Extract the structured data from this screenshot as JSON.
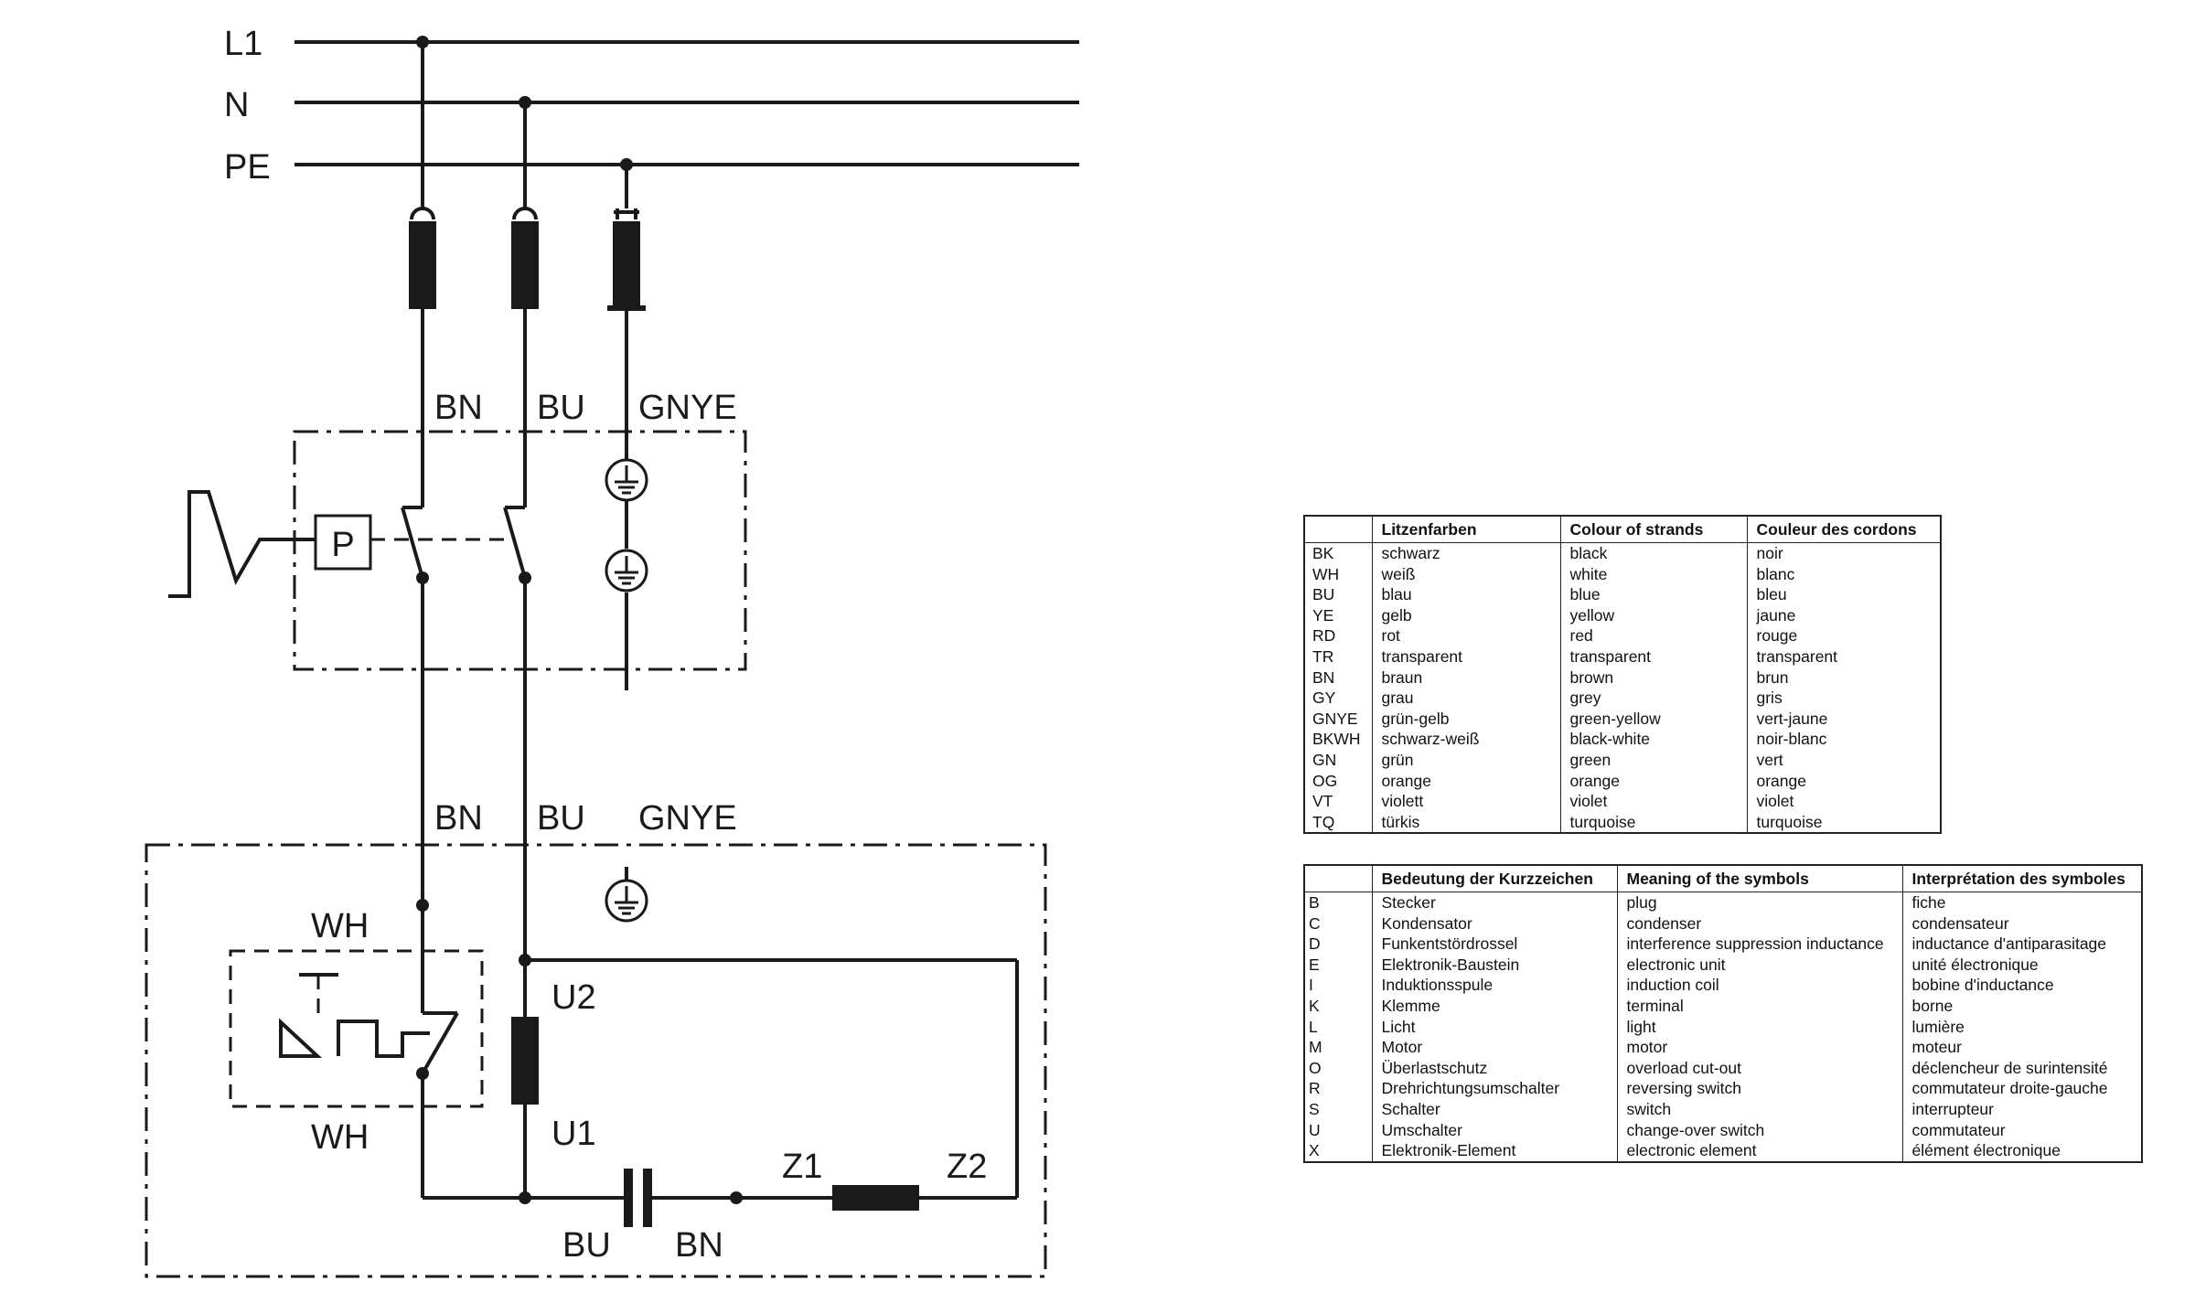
{
  "diagram": {
    "supply_labels": {
      "l1": "L1",
      "n": "N",
      "pe": "PE"
    },
    "upper_wire_labels": {
      "bn": "BN",
      "bu": "BU",
      "gnye": "GNYE"
    },
    "switch_label": "P",
    "lower_wire_labels": {
      "bn": "BN",
      "bu": "BU",
      "gnye": "GNYE"
    },
    "thermal_labels": {
      "top": "WH",
      "bottom": "WH"
    },
    "winding_labels": {
      "u2": "U2",
      "u1": "U1",
      "z1": "Z1",
      "z2": "Z2"
    },
    "capacitor_labels": {
      "left": "BU",
      "right": "BN"
    }
  },
  "colours_table": {
    "headers": [
      "",
      "Litzenfarben",
      "Colour of strands",
      "Couleur des cordons"
    ],
    "rows": [
      [
        "BK",
        "schwarz",
        "black",
        "noir"
      ],
      [
        "WH",
        "weiß",
        "white",
        "blanc"
      ],
      [
        "BU",
        "blau",
        "blue",
        "bleu"
      ],
      [
        "YE",
        "gelb",
        "yellow",
        "jaune"
      ],
      [
        "RD",
        "rot",
        "red",
        "rouge"
      ],
      [
        "TR",
        "transparent",
        "transparent",
        "transparent"
      ],
      [
        "BN",
        "braun",
        "brown",
        "brun"
      ],
      [
        "GY",
        "grau",
        "grey",
        "gris"
      ],
      [
        "GNYE",
        "grün-gelb",
        "green-yellow",
        "vert-jaune"
      ],
      [
        "BKWH",
        "schwarz-weiß",
        "black-white",
        "noir-blanc"
      ],
      [
        "GN",
        "grün",
        "green",
        "vert"
      ],
      [
        "OG",
        "orange",
        "orange",
        "orange"
      ],
      [
        "VT",
        "violett",
        "violet",
        "violet"
      ],
      [
        "TQ",
        "türkis",
        "turquoise",
        "turquoise"
      ]
    ]
  },
  "symbols_table": {
    "headers": [
      "",
      "Bedeutung der Kurzzeichen",
      "Meaning of the symbols",
      "Interprétation des symboles"
    ],
    "rows": [
      [
        "B",
        "Stecker",
        "plug",
        "fiche"
      ],
      [
        "C",
        "Kondensator",
        "condenser",
        "condensateur"
      ],
      [
        "D",
        "Funkentstördrossel",
        "interference suppression inductance",
        "inductance d'antiparasitage"
      ],
      [
        "E",
        "Elektronik-Baustein",
        "electronic unit",
        "unité électronique"
      ],
      [
        "I",
        "Induktionsspule",
        "induction coil",
        "bobine d'inductance"
      ],
      [
        "K",
        "Klemme",
        "terminal",
        "borne"
      ],
      [
        "L",
        "Licht",
        "light",
        "lumière"
      ],
      [
        "M",
        "Motor",
        "motor",
        "moteur"
      ],
      [
        "O",
        "Überlastschutz",
        "overload cut-out",
        "déclencheur de surintensité"
      ],
      [
        "R",
        "Drehrichtungsumschalter",
        "reversing switch",
        "commutateur droite-gauche"
      ],
      [
        "S",
        "Schalter",
        "switch",
        "interrupteur"
      ],
      [
        "U",
        "Umschalter",
        "change-over switch",
        "commutateur"
      ],
      [
        "X",
        "Elektronik-Element",
        "electronic element",
        "élément électronique"
      ]
    ]
  }
}
